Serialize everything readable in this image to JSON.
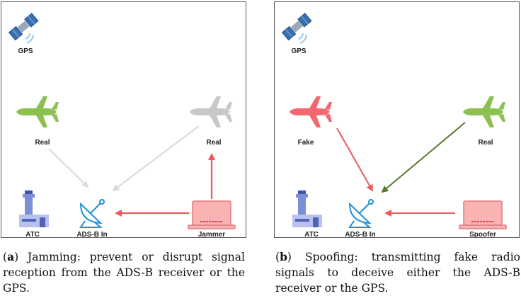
{
  "panels": [
    {
      "id": "a",
      "labels": {
        "gps": "GPS",
        "real_left": "Real",
        "real_right": "Real",
        "atc": "ATC",
        "adsb": "ADS-B In",
        "device": "Jammer"
      },
      "caption": {
        "letter": "a",
        "text": "Jamming: prevent or disrupt signal reception from the ADS-B receiver or the GPS."
      }
    },
    {
      "id": "b",
      "labels": {
        "gps": "GPS",
        "fake": "Fake",
        "real_right": "Real",
        "atc": "ATC",
        "adsb": "ADS-B In",
        "device": "Spoofer"
      },
      "caption": {
        "letter": "b",
        "text": "Spoofing: transmitting fake radio signals to deceive either the ADS-B receiver or the GPS."
      }
    }
  ],
  "colors": {
    "plane_green": "#8cc152",
    "plane_grey": "#c8c8c8",
    "plane_red": "#f0696e",
    "arrow_grey": "#dcdcdc",
    "arrow_red": "#ec5a5f",
    "arrow_green": "#5a7a2e",
    "tower_blue": "#7b8fd6",
    "antenna_blue": "#1e90d6",
    "laptop_red": "#f9b3b3"
  },
  "icons": [
    "satellite-icon",
    "airplane-icon",
    "control-tower-icon",
    "satellite-dish-icon",
    "laptop-icon"
  ]
}
